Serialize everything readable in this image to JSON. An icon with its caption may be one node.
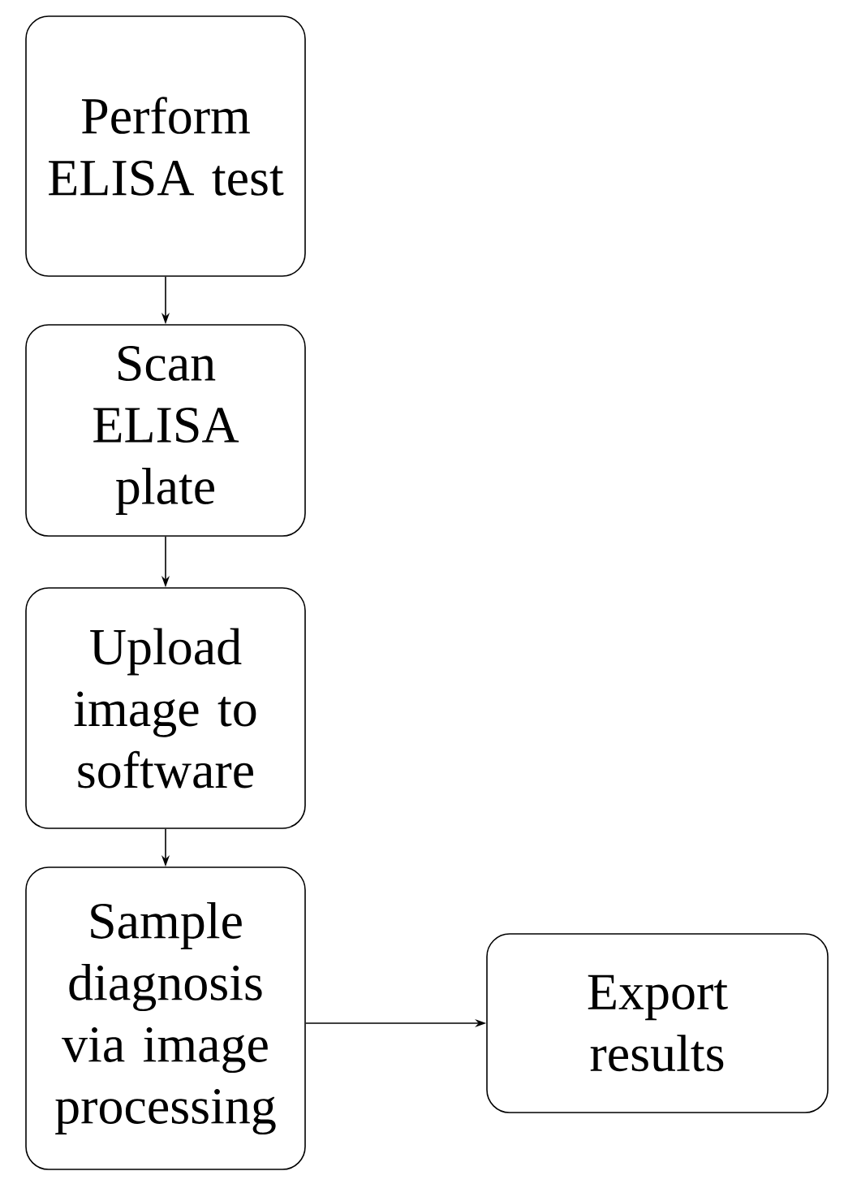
{
  "diagram": {
    "nodes": [
      {
        "text": [
          "Perform ELISA test"
        ]
      },
      {
        "text": [
          "Scan ELISA plate"
        ]
      },
      {
        "text": [
          "Upload image to software"
        ]
      },
      {
        "text": [
          "Sample diagnosis via image processing"
        ]
      },
      {
        "text": [
          "Export results"
        ]
      }
    ],
    "edges": [
      {
        "from": 0,
        "to": 1,
        "arrow": "to"
      },
      {
        "from": 1,
        "to": 2,
        "arrow": "to"
      },
      {
        "from": 2,
        "to": 3,
        "arrow": "to"
      },
      {
        "from": 3,
        "to": 4,
        "arrow": "to"
      }
    ]
  }
}
